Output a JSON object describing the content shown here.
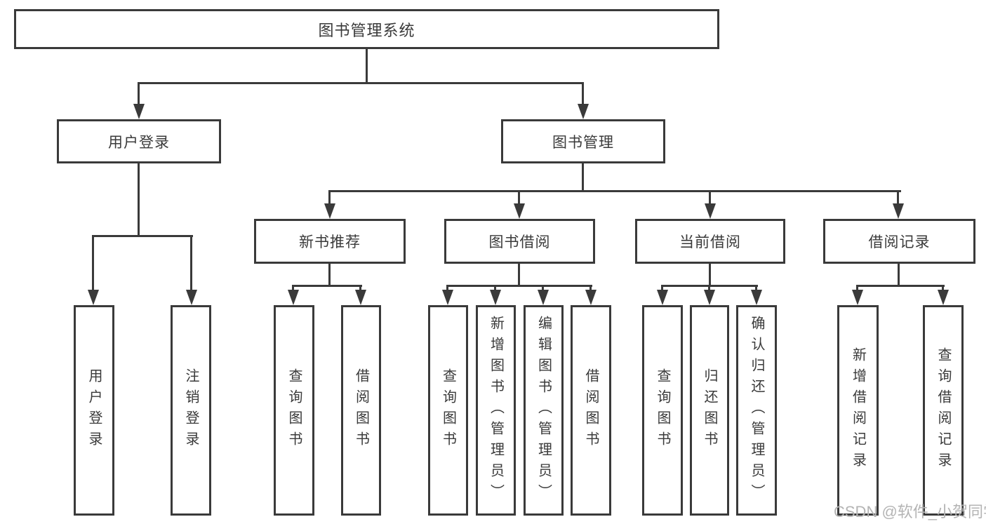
{
  "diagram": {
    "root": {
      "label": "图书管理系统"
    },
    "branches": [
      {
        "label": "用户登录",
        "leaves": [
          "用户登录",
          "注销登录"
        ]
      },
      {
        "label": "图书管理",
        "children": [
          {
            "label": "新书推荐",
            "leaves": [
              "查询图书",
              "借阅图书"
            ]
          },
          {
            "label": "图书借阅",
            "leaves": [
              "查询图书",
              "新增图书（管理员）",
              "编辑图书（管理员）",
              "借阅图书"
            ]
          },
          {
            "label": "当前借阅",
            "leaves": [
              "查询图书",
              "归还图书",
              "确认归还（管理员）"
            ]
          },
          {
            "label": "借阅记录",
            "leaves": [
              "新增借阅记录",
              "查询借阅记录"
            ]
          }
        ]
      }
    ]
  },
  "watermark": "CSDN @软件_小贺同学",
  "colors": {
    "line": "#3a3a3a",
    "text": "#3a3a3a",
    "watermark": "#b4b4b4"
  }
}
